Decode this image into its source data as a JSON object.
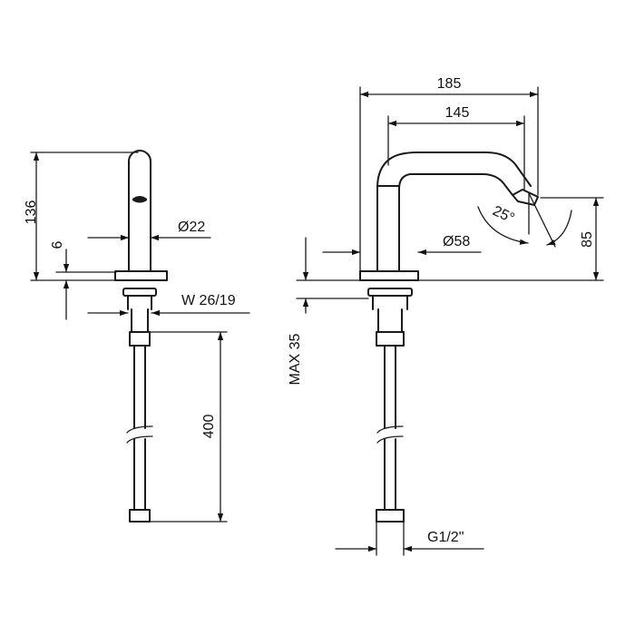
{
  "front_view": {
    "dim_height_total": "136",
    "dim_base_thickness": "6",
    "dim_body_diameter": "Ø22",
    "dim_nut_width": "W 26/19",
    "dim_hose_length": "400"
  },
  "side_view": {
    "dim_overall_reach": "185",
    "dim_spout_reach": "145",
    "dim_base_diameter": "Ø58",
    "dim_spout_angle": "25°",
    "dim_outlet_height": "85",
    "dim_max_deck": "MAX 35",
    "dim_connection": "G1/2\""
  }
}
